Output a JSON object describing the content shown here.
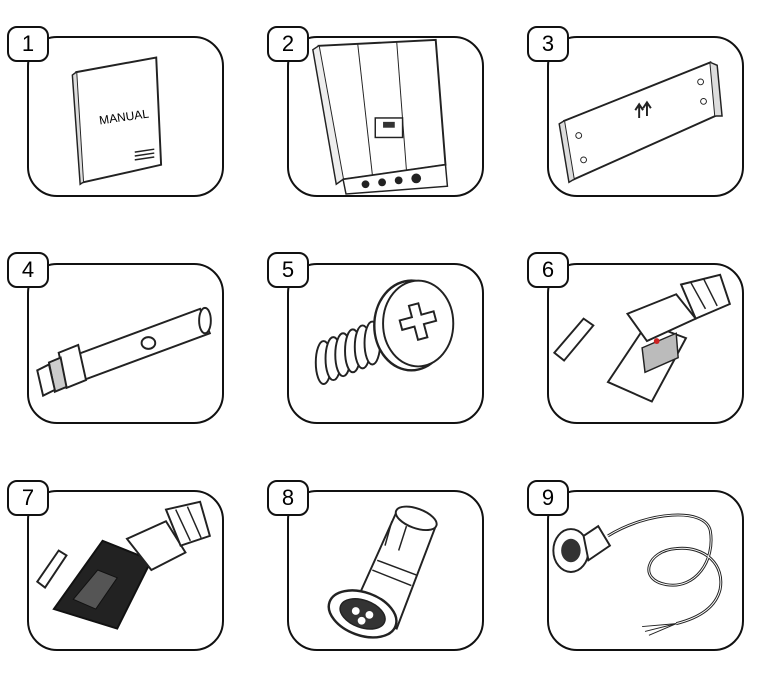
{
  "items": [
    {
      "number": "1",
      "illustration": "manual-book-icon",
      "label": "MANUAL"
    },
    {
      "number": "2",
      "illustration": "inverter-icon"
    },
    {
      "number": "3",
      "illustration": "mounting-bracket-icon"
    },
    {
      "number": "4",
      "illustration": "expansion-bolt-icon"
    },
    {
      "number": "5",
      "illustration": "phillips-screw-icon"
    },
    {
      "number": "6",
      "illustration": "dc-connector-positive-icon"
    },
    {
      "number": "7",
      "illustration": "dc-connector-negative-icon"
    },
    {
      "number": "8",
      "illustration": "ac-connector-icon"
    },
    {
      "number": "9",
      "illustration": "communication-cable-icon"
    }
  ]
}
